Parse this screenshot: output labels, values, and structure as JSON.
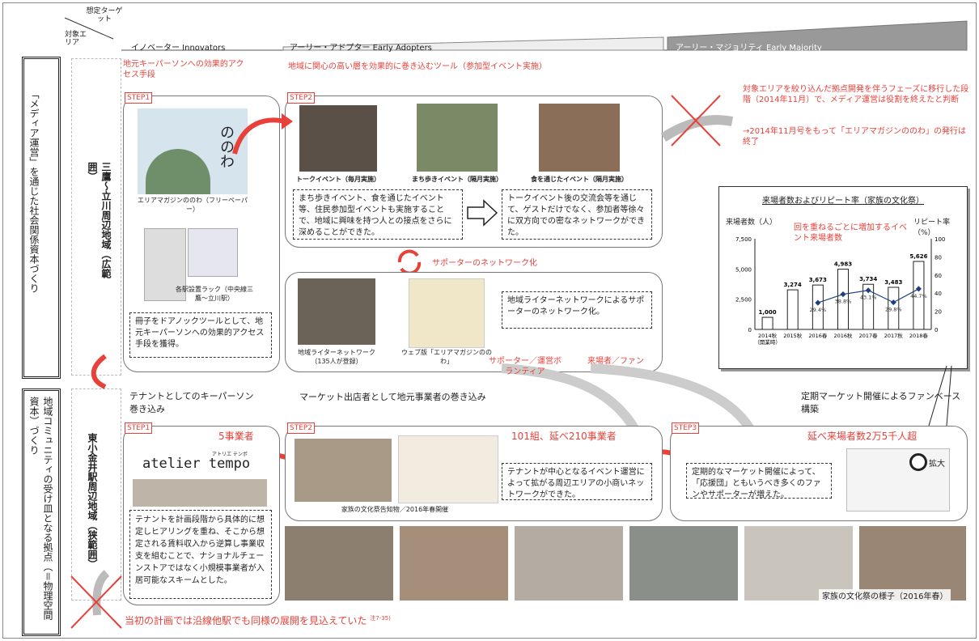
{
  "header": {
    "target_label": "想定ターゲット",
    "area_label": "対象エリア",
    "col1": "イノベーター Innovators",
    "col2": "アーリー・アドプター Early Adopters",
    "col3": "アーリー・マジョリティ Early Majority"
  },
  "left_labels": {
    "upper_title": "「メディア運営」を通じた社会関係資本づくり",
    "upper_area": "三鷹〜立川周辺地域（広範囲）",
    "lower_title": "地域コミュニティの受け皿となる拠点（＝物理空間資本）づくり",
    "lower_area": "東小金井駅周辺地域（狭範囲）"
  },
  "upper": {
    "red_col1": "地元キーパーソンへの効果的アクセス手段",
    "red_col2": "地域に関心の高い層を効果的に巻き込むツール（参加型イベント実施）",
    "step1": "STEP1",
    "step2": "STEP2",
    "magazine_cap": "エリアマガジンののわ（フリーペーパー）",
    "magazine_title": "ののわ",
    "rack_cap": "各駅設置ラック（中央線三鷹〜立川駅）",
    "step1_note": "冊子をドアノックツールとして、地元キーパーソンへの効果的アクセス手段を獲得。",
    "event1": "トークイベント（毎月実施）",
    "event2": "まち歩きイベント（隔月実施）",
    "event3": "食を通じたイベント（隔月実施）",
    "note_a": "まち歩きイベント、食を通じたイベント等、住民参加型イベントも実施することで、地域に興味を持つ人との接点をさらに深めることができた。",
    "note_b": "トークイベント後の交流会等を通じて、ゲストだけでなく、参加者等徐々に双方向での密なネットワークができた。",
    "supporter_network": "サポーターのネットワーク化",
    "writers_cap": "地域ライターネットワーク（135人が登録）",
    "web_cap": "ウェブ版「エリアマガジンののわ」",
    "writers_note": "地域ライターネットワークによるサポーターのネットワーク化。",
    "supporter_label": "サポーター／運営ボランティア",
    "visitor_label": "来場者／ファン",
    "right_note1": "対象エリアを絞り込んだ拠点開発を伴うフェーズに移行した段階（2014年11月）で、メディア運営は役割を終えたと判断",
    "right_note2": "→2014年11月号をもって「エリアマガジンののわ」の発行は終了"
  },
  "middle": {
    "tenant_keyperson": "テナントとしてのキーパーソン巻き込み",
    "market_vendors": "マーケット出店者として地元事業者の巻き込み",
    "fanbase": "定期マーケット開催によるファンベース構築"
  },
  "lower": {
    "step1": "STEP1",
    "step2": "STEP2",
    "step3": "STEP3",
    "count1": "5事業者",
    "count2": "101組、延べ210事業者",
    "count3": "延べ来場者数2万5千人超",
    "atelier_ruby": "アトリエ テンポ",
    "atelier": "atelier tempo",
    "tenant_note": "テナントを計画段階から具体的に想定しヒアリングを重ね、そこから想定される賃料収入から逆算し事業収支を組むことで、ナショナルチェーンストアではなく小規模事業者が入居可能なスキームとした。",
    "market_cap": "家族の文化祭告知物／2016年春開催",
    "market_note": "テナントが中心となるイベント運営によって拡がる周辺エリアの小商いネットワークができた。",
    "fan_note": "定期的なマーケット開催によって、「応援団」ともいうべき多くのファンやサポーターが増えた。",
    "zoom_label": "拡大",
    "photos_cap": "家族の文化祭の様子（2016年春）",
    "bottom_note": "当初の計画では沿線他駅でも同様の展開を見込えていた",
    "bottom_footnote": "注7-35)"
  },
  "chart_data": {
    "type": "bar",
    "title": "来場者数およびリピート率（家族の文化祭）",
    "annotation": "回を重ねるごとに増加するイベント来場者数",
    "ylabel_left": "来場者数（人）",
    "ylabel_right": "リピート率（%）",
    "ylim": [
      0,
      7500
    ],
    "y2lim": [
      0,
      100
    ],
    "yticks": [
      "0",
      "2,500",
      "5,000",
      "7,500"
    ],
    "y2ticks": [
      "0",
      "20",
      "40",
      "60",
      "80",
      "100"
    ],
    "categories": [
      "2014秋（開業時）",
      "2015秋",
      "2016春",
      "2016秋",
      "2017春",
      "2017秋",
      "2018春"
    ],
    "values": [
      1000,
      3274,
      3673,
      4983,
      3734,
      3483,
      5626
    ],
    "value_labels": [
      "1,000",
      "3,274",
      "3,673",
      "4,983",
      "3,734",
      "3,483",
      "5,626"
    ],
    "repeat_rate": [
      null,
      null,
      29.4,
      38.8,
      43.1,
      29.8,
      44.7
    ],
    "repeat_labels": [
      "",
      "",
      "29.4%",
      "38.8%",
      "43.1%",
      "29.8%",
      "44.7%"
    ]
  },
  "colors": {
    "accent": "#e8413a",
    "line": "#1f3f7a"
  }
}
